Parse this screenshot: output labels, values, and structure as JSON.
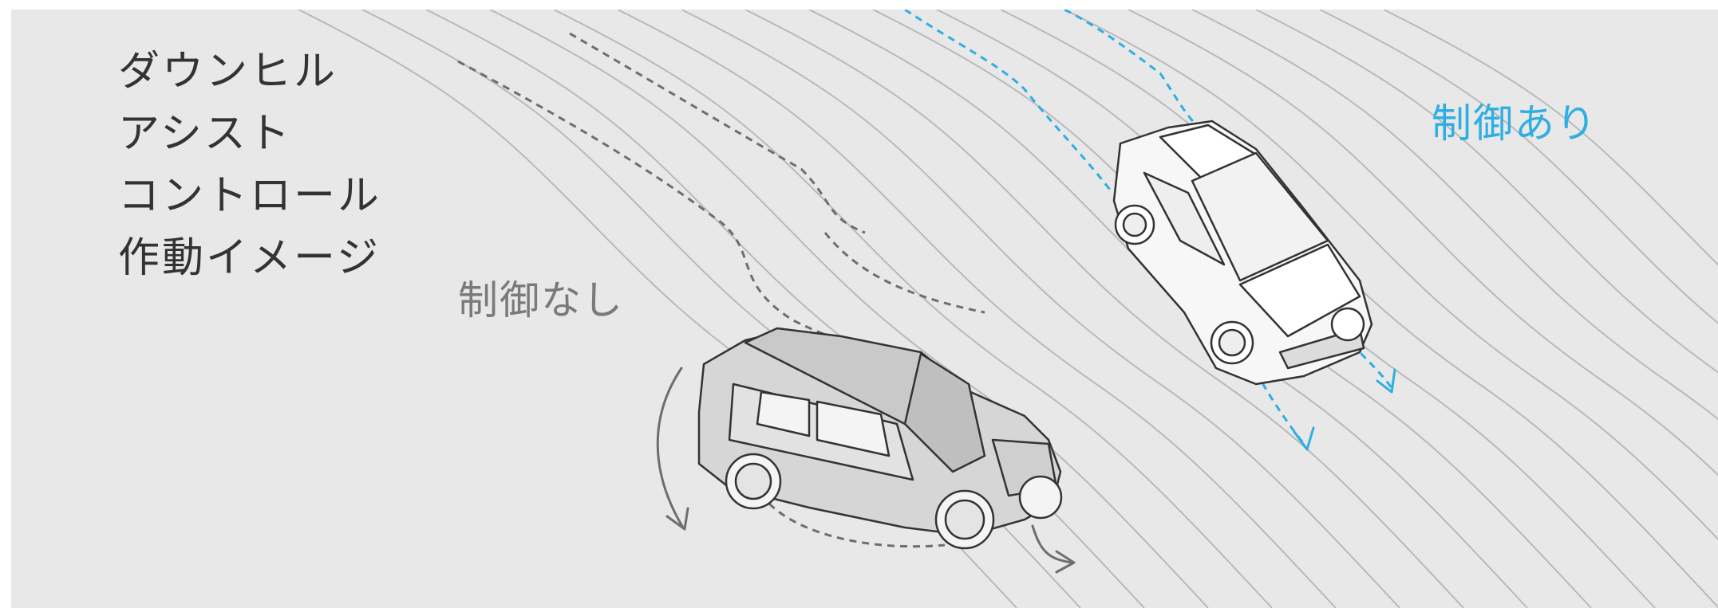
{
  "title": {
    "lines": [
      "ダウンヒル",
      "アシスト",
      "コントロール",
      "作動イメージ"
    ]
  },
  "labels": {
    "without_control": "制御なし",
    "with_control": "制御あり"
  },
  "colors": {
    "background": "#e8e8e9",
    "terrain_lines": "#b9b9bb",
    "without_control": "#6e6e6e",
    "with_control": "#2eaee3",
    "title_text": "#333333"
  },
  "icons": [
    "suv-skidding-icon",
    "suv-controlled-icon",
    "rotation-arrow-icon",
    "direction-arrow-icon"
  ]
}
